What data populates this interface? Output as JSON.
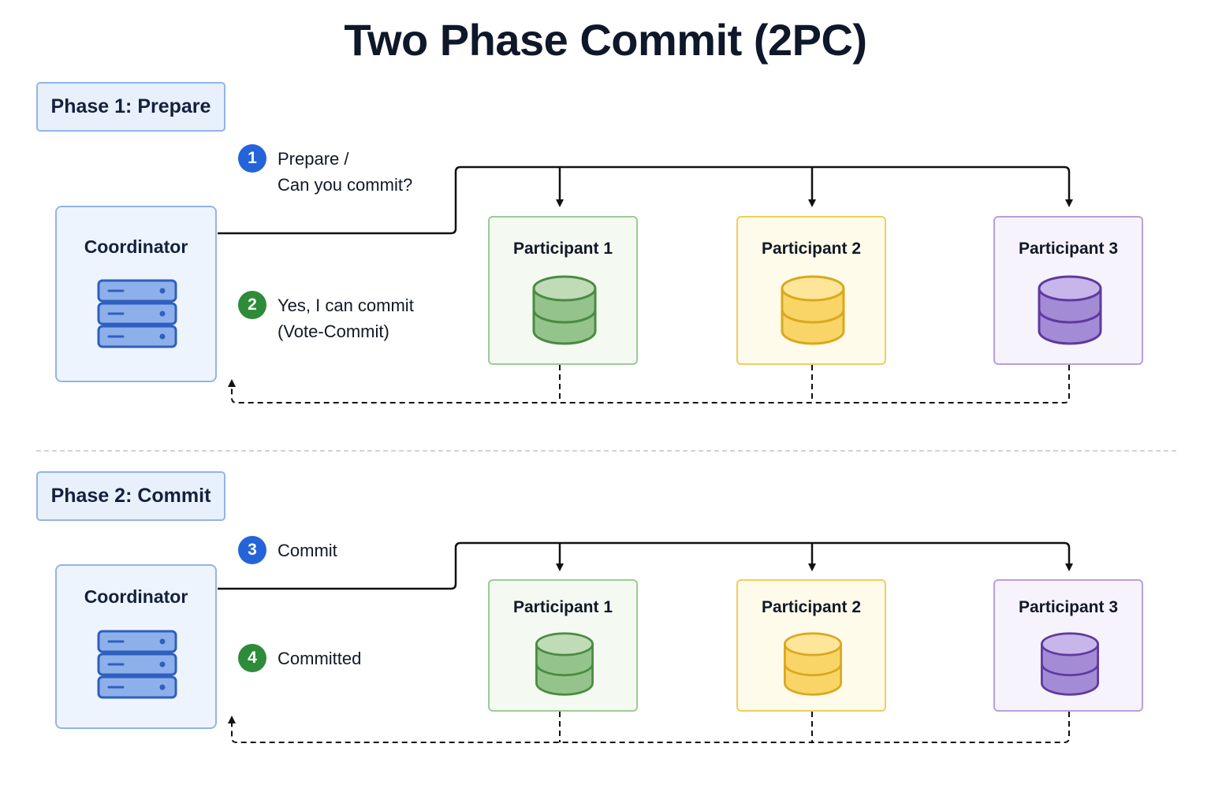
{
  "title": "Two Phase Commit (2PC)",
  "colors": {
    "blue_badge": "#2563d9",
    "green_badge": "#2e8b3a",
    "coordinator": "#2f5fbf",
    "participant_1": "#4c8a43",
    "participant_2": "#d9a81e",
    "participant_3": "#5e3a9e"
  },
  "phases": [
    {
      "label": "Phase 1: Prepare",
      "coordinator": {
        "name": "Coordinator",
        "icon": "server-icon"
      },
      "participants": [
        {
          "name": "Participant 1",
          "icon": "database-icon"
        },
        {
          "name": "Participant 2",
          "icon": "database-icon"
        },
        {
          "name": "Participant 3",
          "icon": "database-icon"
        }
      ],
      "request": {
        "number": "1",
        "lines": [
          "Prepare /",
          "Can you commit?"
        ]
      },
      "response": {
        "number": "2",
        "lines": [
          "Yes, I can commit",
          "(Vote-Commit)"
        ]
      }
    },
    {
      "label": "Phase 2: Commit",
      "coordinator": {
        "name": "Coordinator",
        "icon": "server-icon"
      },
      "participants": [
        {
          "name": "Participant 1",
          "icon": "database-icon"
        },
        {
          "name": "Participant 2",
          "icon": "database-icon"
        },
        {
          "name": "Participant 3",
          "icon": "database-icon"
        }
      ],
      "request": {
        "number": "3",
        "lines": [
          "Commit"
        ]
      },
      "response": {
        "number": "4",
        "lines": [
          "Committed"
        ]
      }
    }
  ]
}
